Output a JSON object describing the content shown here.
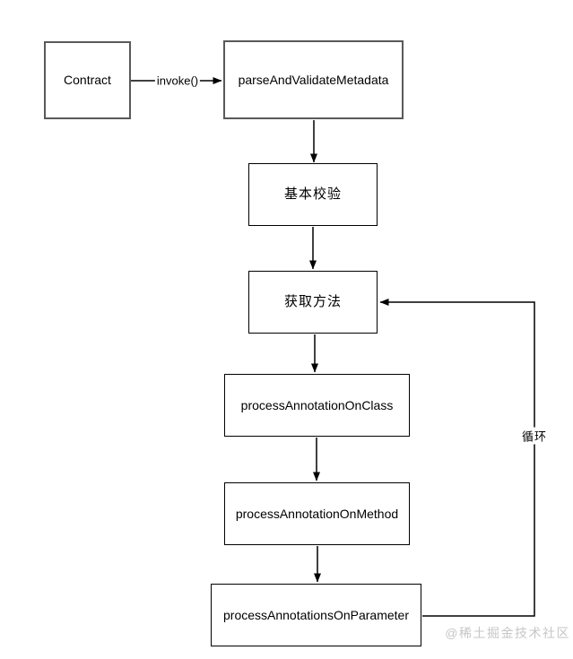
{
  "diagram": {
    "nodes": {
      "contract": {
        "label": "Contract"
      },
      "parse_and_validate_metadata": {
        "label": "parseAndValidateMetadata"
      },
      "basic_check": {
        "label": "基本校验"
      },
      "get_method": {
        "label": "获取方法"
      },
      "process_annotation_on_class": {
        "label": "processAnnotationOnClass"
      },
      "process_annotation_on_method": {
        "label": "processAnnotationOnMethod"
      },
      "process_annotations_on_parameter": {
        "label": "processAnnotationsOnParameter"
      }
    },
    "edge_labels": {
      "invoke": "invoke()",
      "loop": "循环"
    },
    "watermark": "@稀土掘金技术社区",
    "colors": {
      "background": "#ffffff",
      "connector_line": "#000000",
      "box_border": "#000000",
      "top_box_border": "#595959",
      "text": "#000000",
      "watermark_text": "#c6c6c6"
    }
  }
}
